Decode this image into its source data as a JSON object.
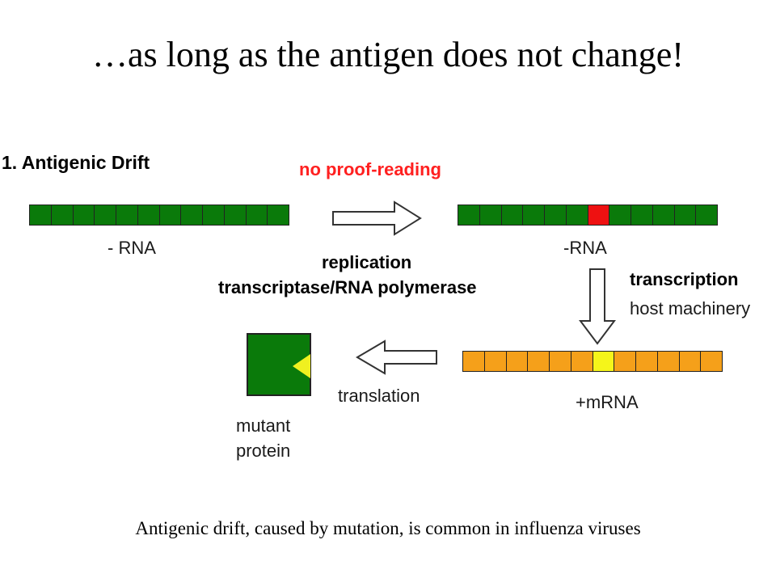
{
  "slide": {
    "title": "…as long as the antigen does not change!",
    "caption": "Antigenic drift, caused by mutation, is common in influenza viruses"
  },
  "diagram": {
    "heading": "1. Antigenic Drift",
    "no_proofreading": "no proof-reading",
    "neg_rna_left": "- RNA",
    "neg_rna_right": "-RNA",
    "replication": "replication",
    "enzyme": "transcriptase/RNA polymerase",
    "transcription": "transcription",
    "host_machinery": "host machinery",
    "mrna": "+mRNA",
    "translation": "translation",
    "protein_line1": "mutant",
    "protein_line2": "protein"
  },
  "strips": {
    "original_rna": {
      "cells": 12,
      "mutant_index": null
    },
    "mutant_rna": {
      "cells": 12,
      "mutant_index": 6
    },
    "mrna": {
      "cells": 12,
      "mutant_index": 6
    }
  },
  "colors": {
    "rna_green": "#0a7a0a",
    "mutation_red": "#ee1111",
    "mrna_orange": "#f5a01a",
    "mrna_mutation_yellow": "#f5f51a",
    "alert_red": "#ff2020",
    "protein_green": "#0a7a0a",
    "protein_defect_yellow": "#f0f020"
  }
}
